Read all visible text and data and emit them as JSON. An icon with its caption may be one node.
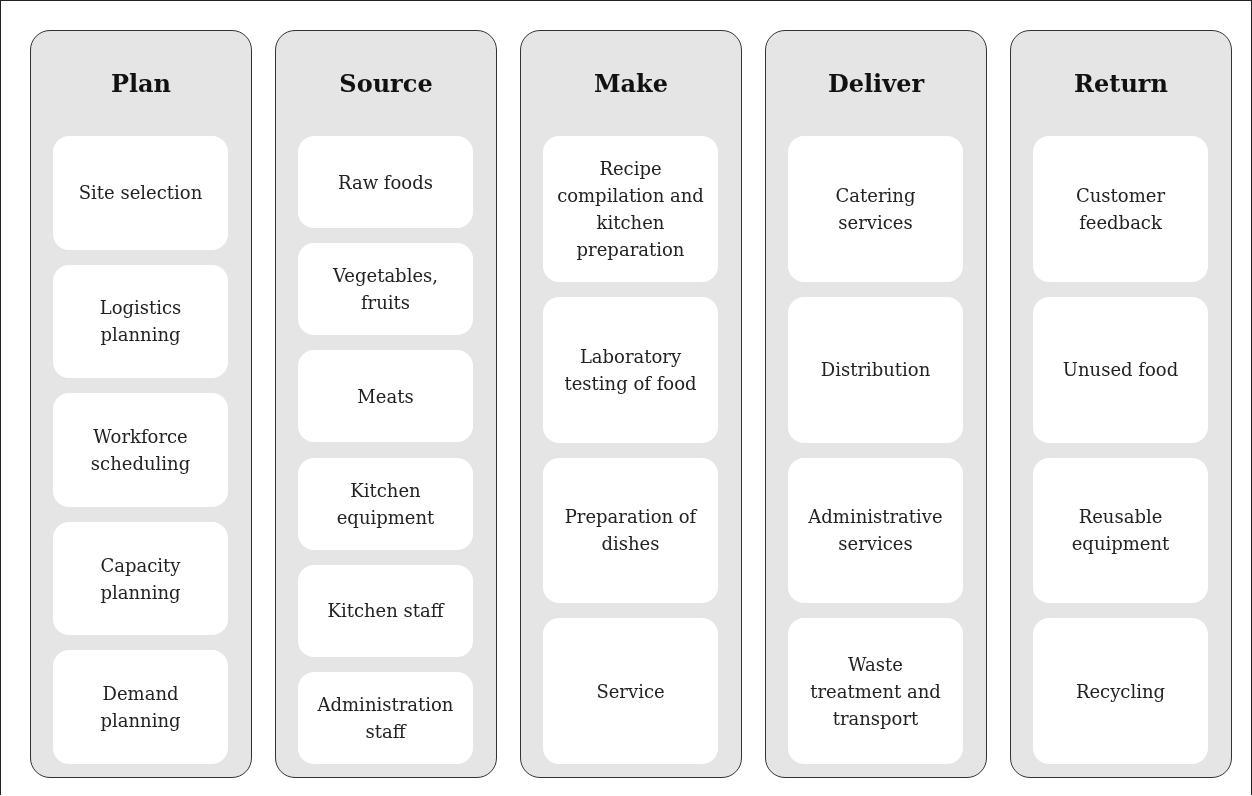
{
  "diagram": {
    "nodes": [
      {
        "text": [
          "Plan"
        ]
      },
      {
        "text": [
          "Site selection"
        ],
        "in": 0
      },
      {
        "text": [
          "Logistics planning"
        ],
        "in": 0
      },
      {
        "text": [
          "Workforce scheduling"
        ],
        "in": 0
      },
      {
        "text": [
          "Capacity planning"
        ],
        "in": 0
      },
      {
        "text": [
          "Demand planning"
        ],
        "in": 0
      },
      {
        "text": [
          "Source"
        ]
      },
      {
        "text": [
          "Raw foods"
        ],
        "in": 6
      },
      {
        "text": [
          "Vegetables, fruits"
        ],
        "in": 6
      },
      {
        "text": [
          "Meats"
        ],
        "in": 6
      },
      {
        "text": [
          "Kitchen equipment"
        ],
        "in": 6
      },
      {
        "text": [
          "Kitchen staff"
        ],
        "in": 6
      },
      {
        "text": [
          "Administration staff"
        ],
        "in": 6
      },
      {
        "text": [
          "Make"
        ]
      },
      {
        "text": [
          "Recipe compilation and kitchen preparation"
        ],
        "in": 13
      },
      {
        "text": [
          "Laboratory testing of food"
        ],
        "in": 13
      },
      {
        "text": [
          "Preparation of dishes"
        ],
        "in": 13
      },
      {
        "text": [
          "Service"
        ],
        "in": 13
      },
      {
        "text": [
          "Deliver"
        ]
      },
      {
        "text": [
          "Catering services"
        ],
        "in": 18
      },
      {
        "text": [
          "Distribution"
        ],
        "in": 18
      },
      {
        "text": [
          "Administrative services"
        ],
        "in": 18
      },
      {
        "text": [
          "Waste treatment and transport"
        ],
        "in": 18
      },
      {
        "text": [
          "Return"
        ]
      },
      {
        "text": [
          "Customer feedback"
        ],
        "in": 23
      },
      {
        "text": [
          "Unused food"
        ],
        "in": 23
      },
      {
        "text": [
          "Reusable equipment"
        ],
        "in": 23
      },
      {
        "text": [
          "Recycling"
        ],
        "in": 23
      }
    ],
    "edges": []
  }
}
